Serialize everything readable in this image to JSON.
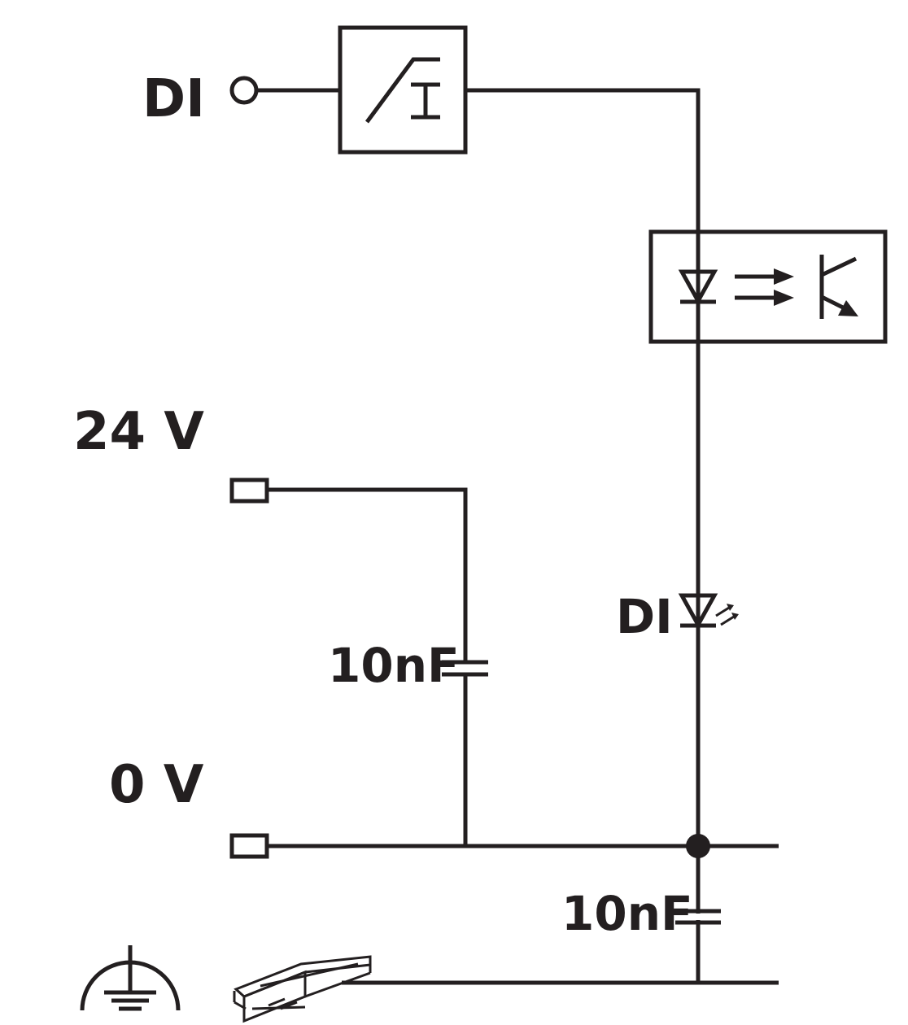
{
  "labels": {
    "di_input": "DI",
    "supply_24v": "24 V",
    "supply_0v": "0 V",
    "cap_upper": "10nF",
    "cap_lower": "10nF",
    "led": "DI"
  },
  "colors": {
    "line": "#231f20",
    "background": "#ffffff"
  },
  "icons": {
    "terminal_di": "circle-terminal-icon",
    "filter": "input-filter-icon",
    "optocoupler": "optocoupler-icon",
    "led": "status-led-icon",
    "ground": "protective-earth-icon",
    "rail": "din-rail-icon"
  }
}
